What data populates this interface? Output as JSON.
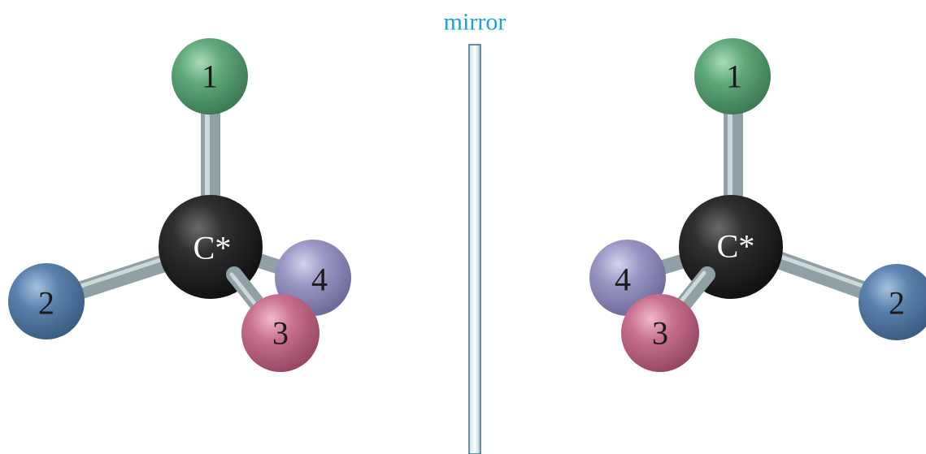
{
  "mirror": {
    "label": "mirror",
    "color": "#1aa3d4"
  },
  "colors": {
    "carbon": "#2b2b2b",
    "atom_1": "#5fa87a",
    "atom_2": "#5b82ad",
    "atom_3": "#c9708f",
    "atom_4": "#9b97c4",
    "bond": "#9fb0b3"
  },
  "left_molecule": {
    "center_label": "C*",
    "atom_1": "1",
    "atom_2": "2",
    "atom_3": "3",
    "atom_4": "4"
  },
  "right_molecule": {
    "center_label": "C*",
    "atom_1": "1",
    "atom_2": "2",
    "atom_3": "3",
    "atom_4": "4"
  }
}
